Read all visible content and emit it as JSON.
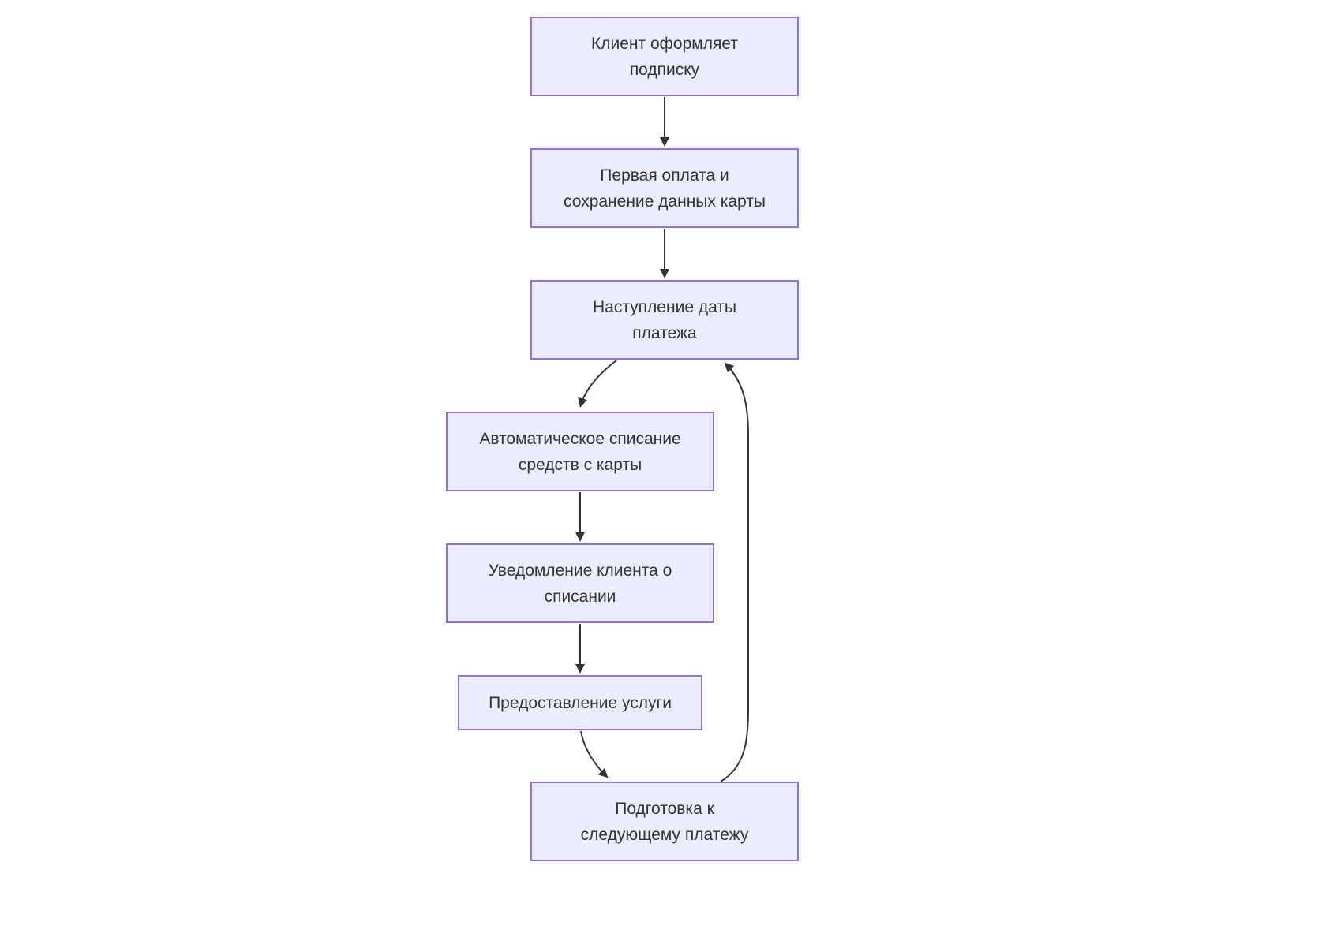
{
  "diagram": {
    "type": "flowchart",
    "direction": "top-down",
    "background": "#ffffff",
    "node_style": {
      "fill": "#ECECFF",
      "border": "#9370DB",
      "text_color": "#333333"
    },
    "edge_style": {
      "color": "#333333",
      "arrowhead": "filled-triangle"
    },
    "nodes": [
      {
        "id": "A",
        "label": "Клиент оформляет подписку",
        "lines": [
          "Клиент оформляет",
          "подписку"
        ]
      },
      {
        "id": "B",
        "label": "Первая оплата и сохранение данных карты",
        "lines": [
          "Первая оплата и",
          "сохранение данных карты"
        ]
      },
      {
        "id": "C",
        "label": "Наступление даты платежа",
        "lines": [
          "Наступление даты",
          "платежа"
        ]
      },
      {
        "id": "D",
        "label": "Автоматическое списание средств с карты",
        "lines": [
          "Автоматическое списание",
          "средств с карты"
        ]
      },
      {
        "id": "E",
        "label": "Уведомление клиента о списании",
        "lines": [
          "Уведомление клиента о",
          "списании"
        ]
      },
      {
        "id": "F",
        "label": "Предоставление услуги",
        "lines": [
          "Предоставление услуги"
        ]
      },
      {
        "id": "G",
        "label": "Подготовка к следующему платежу",
        "lines": [
          "Подготовка к",
          "следующему платежу"
        ]
      }
    ],
    "edges": [
      {
        "from": "A",
        "to": "B"
      },
      {
        "from": "B",
        "to": "C"
      },
      {
        "from": "C",
        "to": "D"
      },
      {
        "from": "D",
        "to": "E"
      },
      {
        "from": "E",
        "to": "F"
      },
      {
        "from": "F",
        "to": "G"
      },
      {
        "from": "G",
        "to": "C",
        "note": "loop-back"
      }
    ]
  }
}
